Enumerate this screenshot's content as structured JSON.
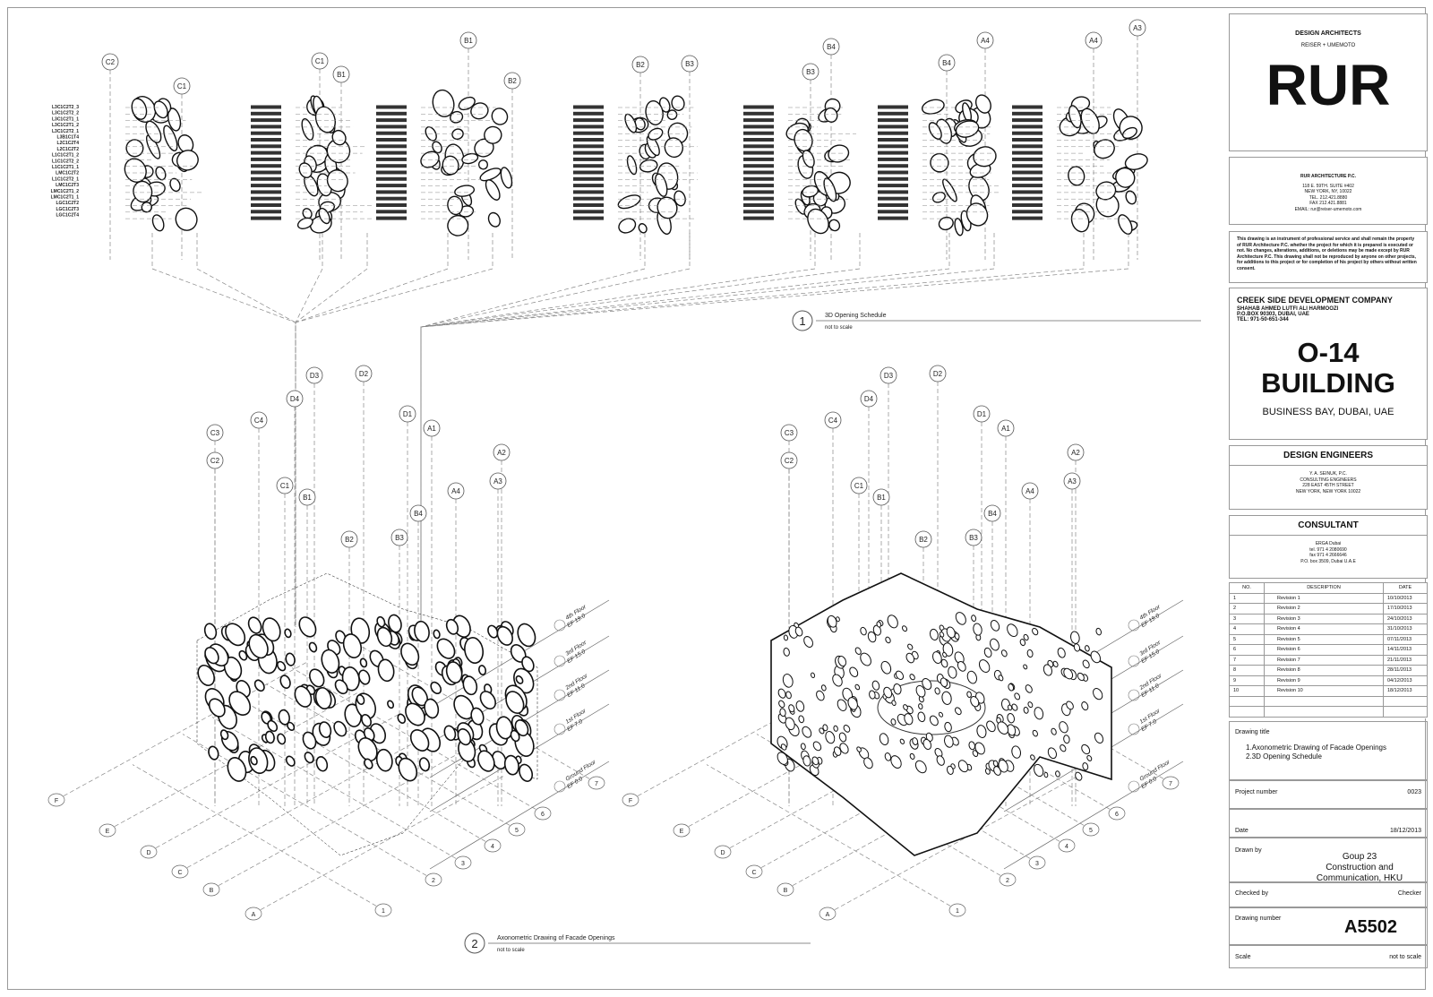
{
  "title_block": {
    "firm_heading": "DESIGN ARCHITECTS",
    "firm_names": "REISER + UMEMOTO",
    "logo": "RUR",
    "firm_legal": "RUR ARCHITECTURE P.C.",
    "address": [
      "118 E. 59TH. SUITE #402",
      "NEW YORK, NY, 10022",
      "TEL. 212.421.8880",
      "FAX 212.421.8881",
      "EMAIL: rur@reiser-umemoto.com"
    ],
    "notice": "This drawing is an instrument of professional service and shall remain the property of RUR Architecture P.C. whether the project for which it is prepared is executed or not. No changes, alterations, additions, or deletions may be made except by RUR Architecture P.C. This drawing shall not be reproduced by anyone on other projects, for additions to this project or for completion of his project by others without written consent.",
    "client": [
      "CREEK SIDE DEVELOPMENT COMPANY",
      "SHAHAB AHMED LUTFI ALI HARMOOZI",
      "P.O.BOX 90303, DUBAI, UAE",
      "TEL: 971-50-651-344"
    ],
    "project_name_1": "O-14",
    "project_name_2": "BUILDING",
    "project_location": "BUSINESS BAY, DUBAI, UAE",
    "engineers_heading": "DESIGN ENGINEERS",
    "engineers": [
      "Y. A. SEINUK, P.C.",
      "CONSULTING ENGINEERS",
      "228 EAST 45TH STREET",
      "NEW YORK, NEW YORK 10022"
    ],
    "consultant_heading": "CONSULTANT",
    "consultant": [
      "ERGA Dubai",
      "tel. 971 4 2080690",
      "fax 971 4 2666646",
      "P.O. box 3509, Dubai U.A.E"
    ],
    "revisions_header": [
      "NO.",
      "DESCRIPTION",
      "DATE"
    ],
    "revisions": [
      [
        "1",
        "Revision 1",
        "10/10/2013"
      ],
      [
        "2",
        "Revision 2",
        "17/10/2013"
      ],
      [
        "3",
        "Revision 3",
        "24/10/2013"
      ],
      [
        "4",
        "Revision 4",
        "31/10/2013"
      ],
      [
        "5",
        "Revision 5",
        "07/11/2013"
      ],
      [
        "6",
        "Revision 6",
        "14/11/2013"
      ],
      [
        "7",
        "Revision 7",
        "21/11/2013"
      ],
      [
        "8",
        "Revision 8",
        "28/11/2013"
      ],
      [
        "9",
        "Revision 9",
        "04/12/2013"
      ],
      [
        "10",
        "Revision 10",
        "18/12/2013"
      ]
    ],
    "drawing_title_label": "Drawing title",
    "drawing_title": [
      "1.Axonometric Drawing of Facade Openings",
      "2.3D Opening Schedule"
    ],
    "project_number_label": "Project number",
    "project_number": "0023",
    "date_label": "Date",
    "date": "18/12/2013",
    "drawn_by_label": "Drawn by",
    "drawn_by": [
      "Goup 23",
      "Construction and",
      "Communication, HKU"
    ],
    "checked_by_label": "Checked by",
    "checked_by": "Checker",
    "drawing_number_label": "Drawing number",
    "drawing_number": "A5502",
    "scale_label": "Scale",
    "scale": "not to scale"
  },
  "views": [
    {
      "number": "1",
      "title": "3D Opening Schedule",
      "scale": "not to scale"
    },
    {
      "number": "2",
      "title": "Axonometric Drawing of Facade Openings",
      "scale": "not to scale"
    }
  ],
  "schedule_top_labels": [
    "C2",
    "C1",
    "C1",
    "B1",
    "B1",
    "B2",
    "B2",
    "B3",
    "B4",
    "B3",
    "B4",
    "A4",
    "A4",
    "A3"
  ],
  "schedule_c_labels": [
    "L3C1C2T2_3",
    "L3C1C2T2_2",
    "L3C1C2T1_1",
    "L3C1C2T1_2",
    "L3C1C2T2_1",
    "L3B1C1T4",
    "L2C1C2T4",
    "L2C1C2T2",
    "L1C1C2T1_2",
    "L1C1C2T2_2",
    "L1C1C2T1_1",
    "LMC1C2T2",
    "L1C1C2T2_1",
    "LMC1C2T3",
    "LMC1C2T1_2",
    "LMC1C2T1_1",
    "LGC1C2T2",
    "LGC1C2T3",
    "LGC1C2T4"
  ],
  "axo_grid_labels": [
    "C3",
    "C2",
    "C4",
    "D4",
    "D3",
    "D2",
    "C1",
    "B1",
    "D1",
    "A1",
    "A2",
    "A3",
    "A4",
    "B4",
    "B3",
    "B2"
  ],
  "axis_labels": [
    "F",
    "E",
    "D",
    "C",
    "B",
    "A",
    "1",
    "2",
    "3",
    "4",
    "5",
    "6",
    "7"
  ],
  "levels": [
    {
      "name": "4th Floor",
      "elev": "EF 19.0"
    },
    {
      "name": "3rd Floor",
      "elev": "EF 15.0"
    },
    {
      "name": "2nd Floor",
      "elev": "EF 11.0"
    },
    {
      "name": "1st Floor",
      "elev": "EF 7.0"
    },
    {
      "name": "Ground Floor",
      "elev": "EF 0.0"
    }
  ]
}
